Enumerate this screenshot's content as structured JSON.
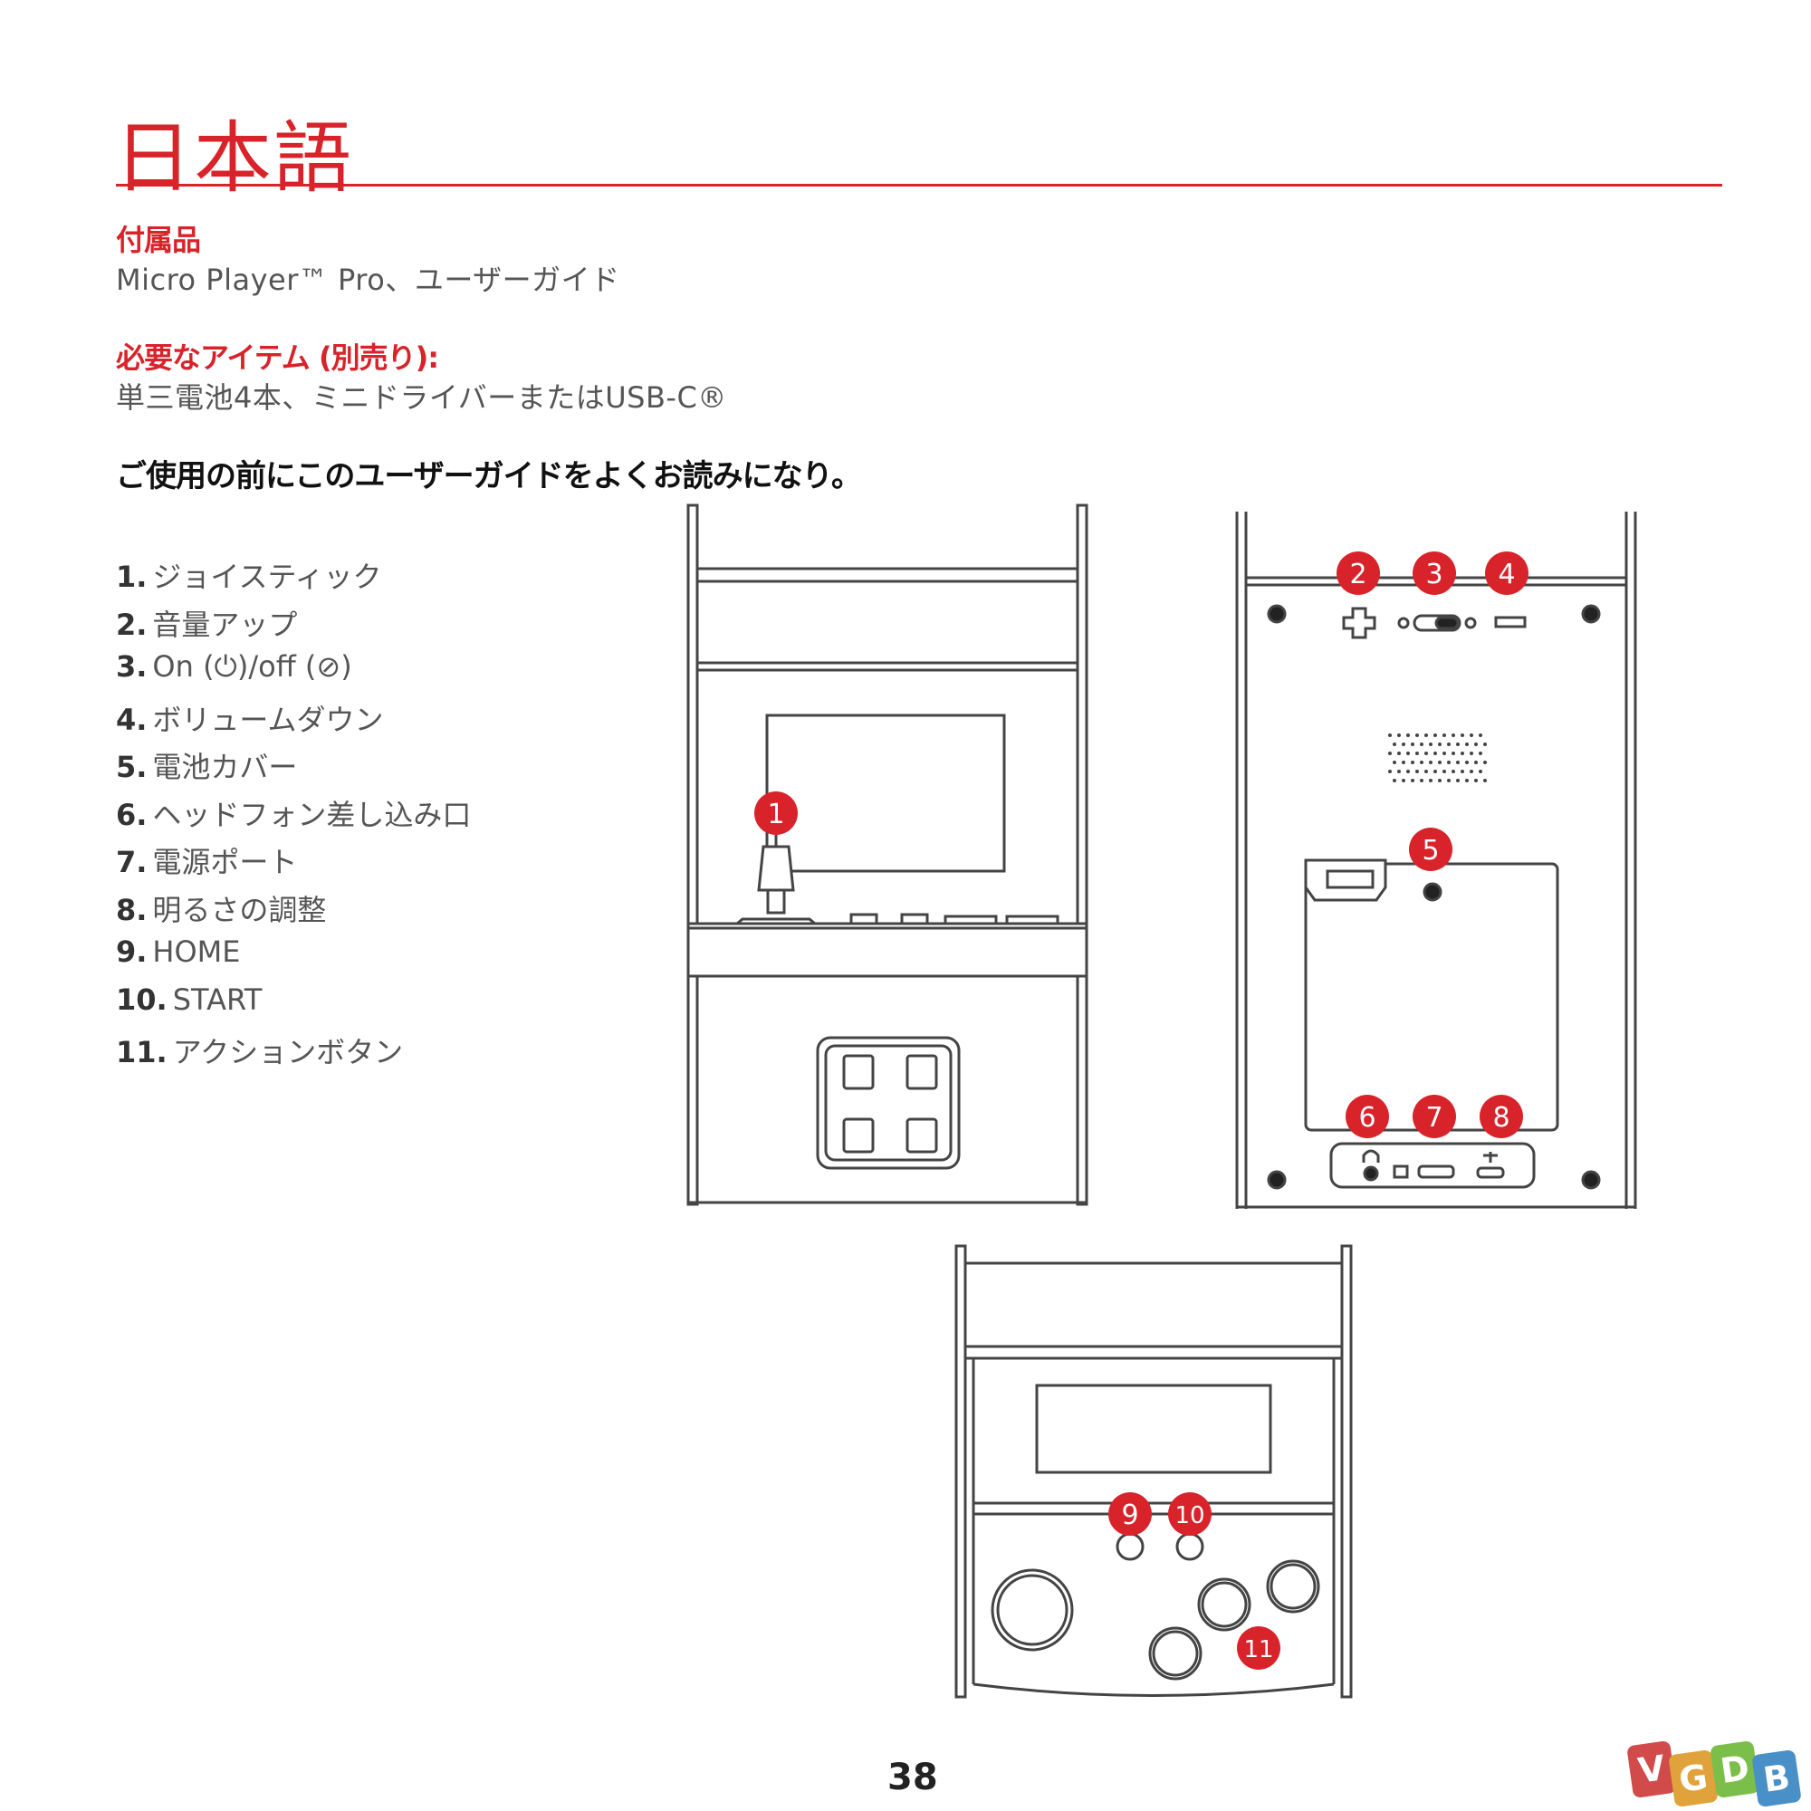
{
  "title": "日本語",
  "included": {
    "heading": "付属品",
    "text": "Micro Player™ Pro、ユーザーガイド"
  },
  "required": {
    "heading": "必要なアイテム (別売り):",
    "text": "単三電池4本、ミニドライバーまたはUSB-C®"
  },
  "notice": "ご使用の前にこのユーザーガイドをよくお読みになり。",
  "parts": [
    {
      "num": "1.",
      "label": "ジョイスティック"
    },
    {
      "num": "2.",
      "label": "音量アップ"
    },
    {
      "num": "3.",
      "label": "On (⏻)/off (⊘)"
    },
    {
      "num": "4.",
      "label": "ボリュームダウン"
    },
    {
      "num": "5.",
      "label": "電池カバー"
    },
    {
      "num": "6.",
      "label": "ヘッドフォン差し込み口"
    },
    {
      "num": "7.",
      "label": "電源ポート"
    },
    {
      "num": "8.",
      "label": "明るさの調整"
    },
    {
      "num": "9.",
      "label": "HOME"
    },
    {
      "num": "10.",
      "label": "START"
    },
    {
      "num": "11.",
      "label": "アクションボタン"
    }
  ],
  "callouts": [
    "1",
    "2",
    "3",
    "4",
    "5",
    "6",
    "7",
    "8",
    "9",
    "10",
    "11"
  ],
  "page_number": "38",
  "watermark": [
    "V",
    "G",
    "D",
    "B"
  ],
  "colors": {
    "accent_red": "#d8232a",
    "line_art": "#444444",
    "watermark": [
      "#d14b4b",
      "#e0a23a",
      "#7bbf4a",
      "#4a90c8"
    ]
  },
  "icons": [
    "plus-icon",
    "power-switch-icon",
    "minus-icon",
    "headphone-icon",
    "usb-icon",
    "brightness-icon"
  ]
}
